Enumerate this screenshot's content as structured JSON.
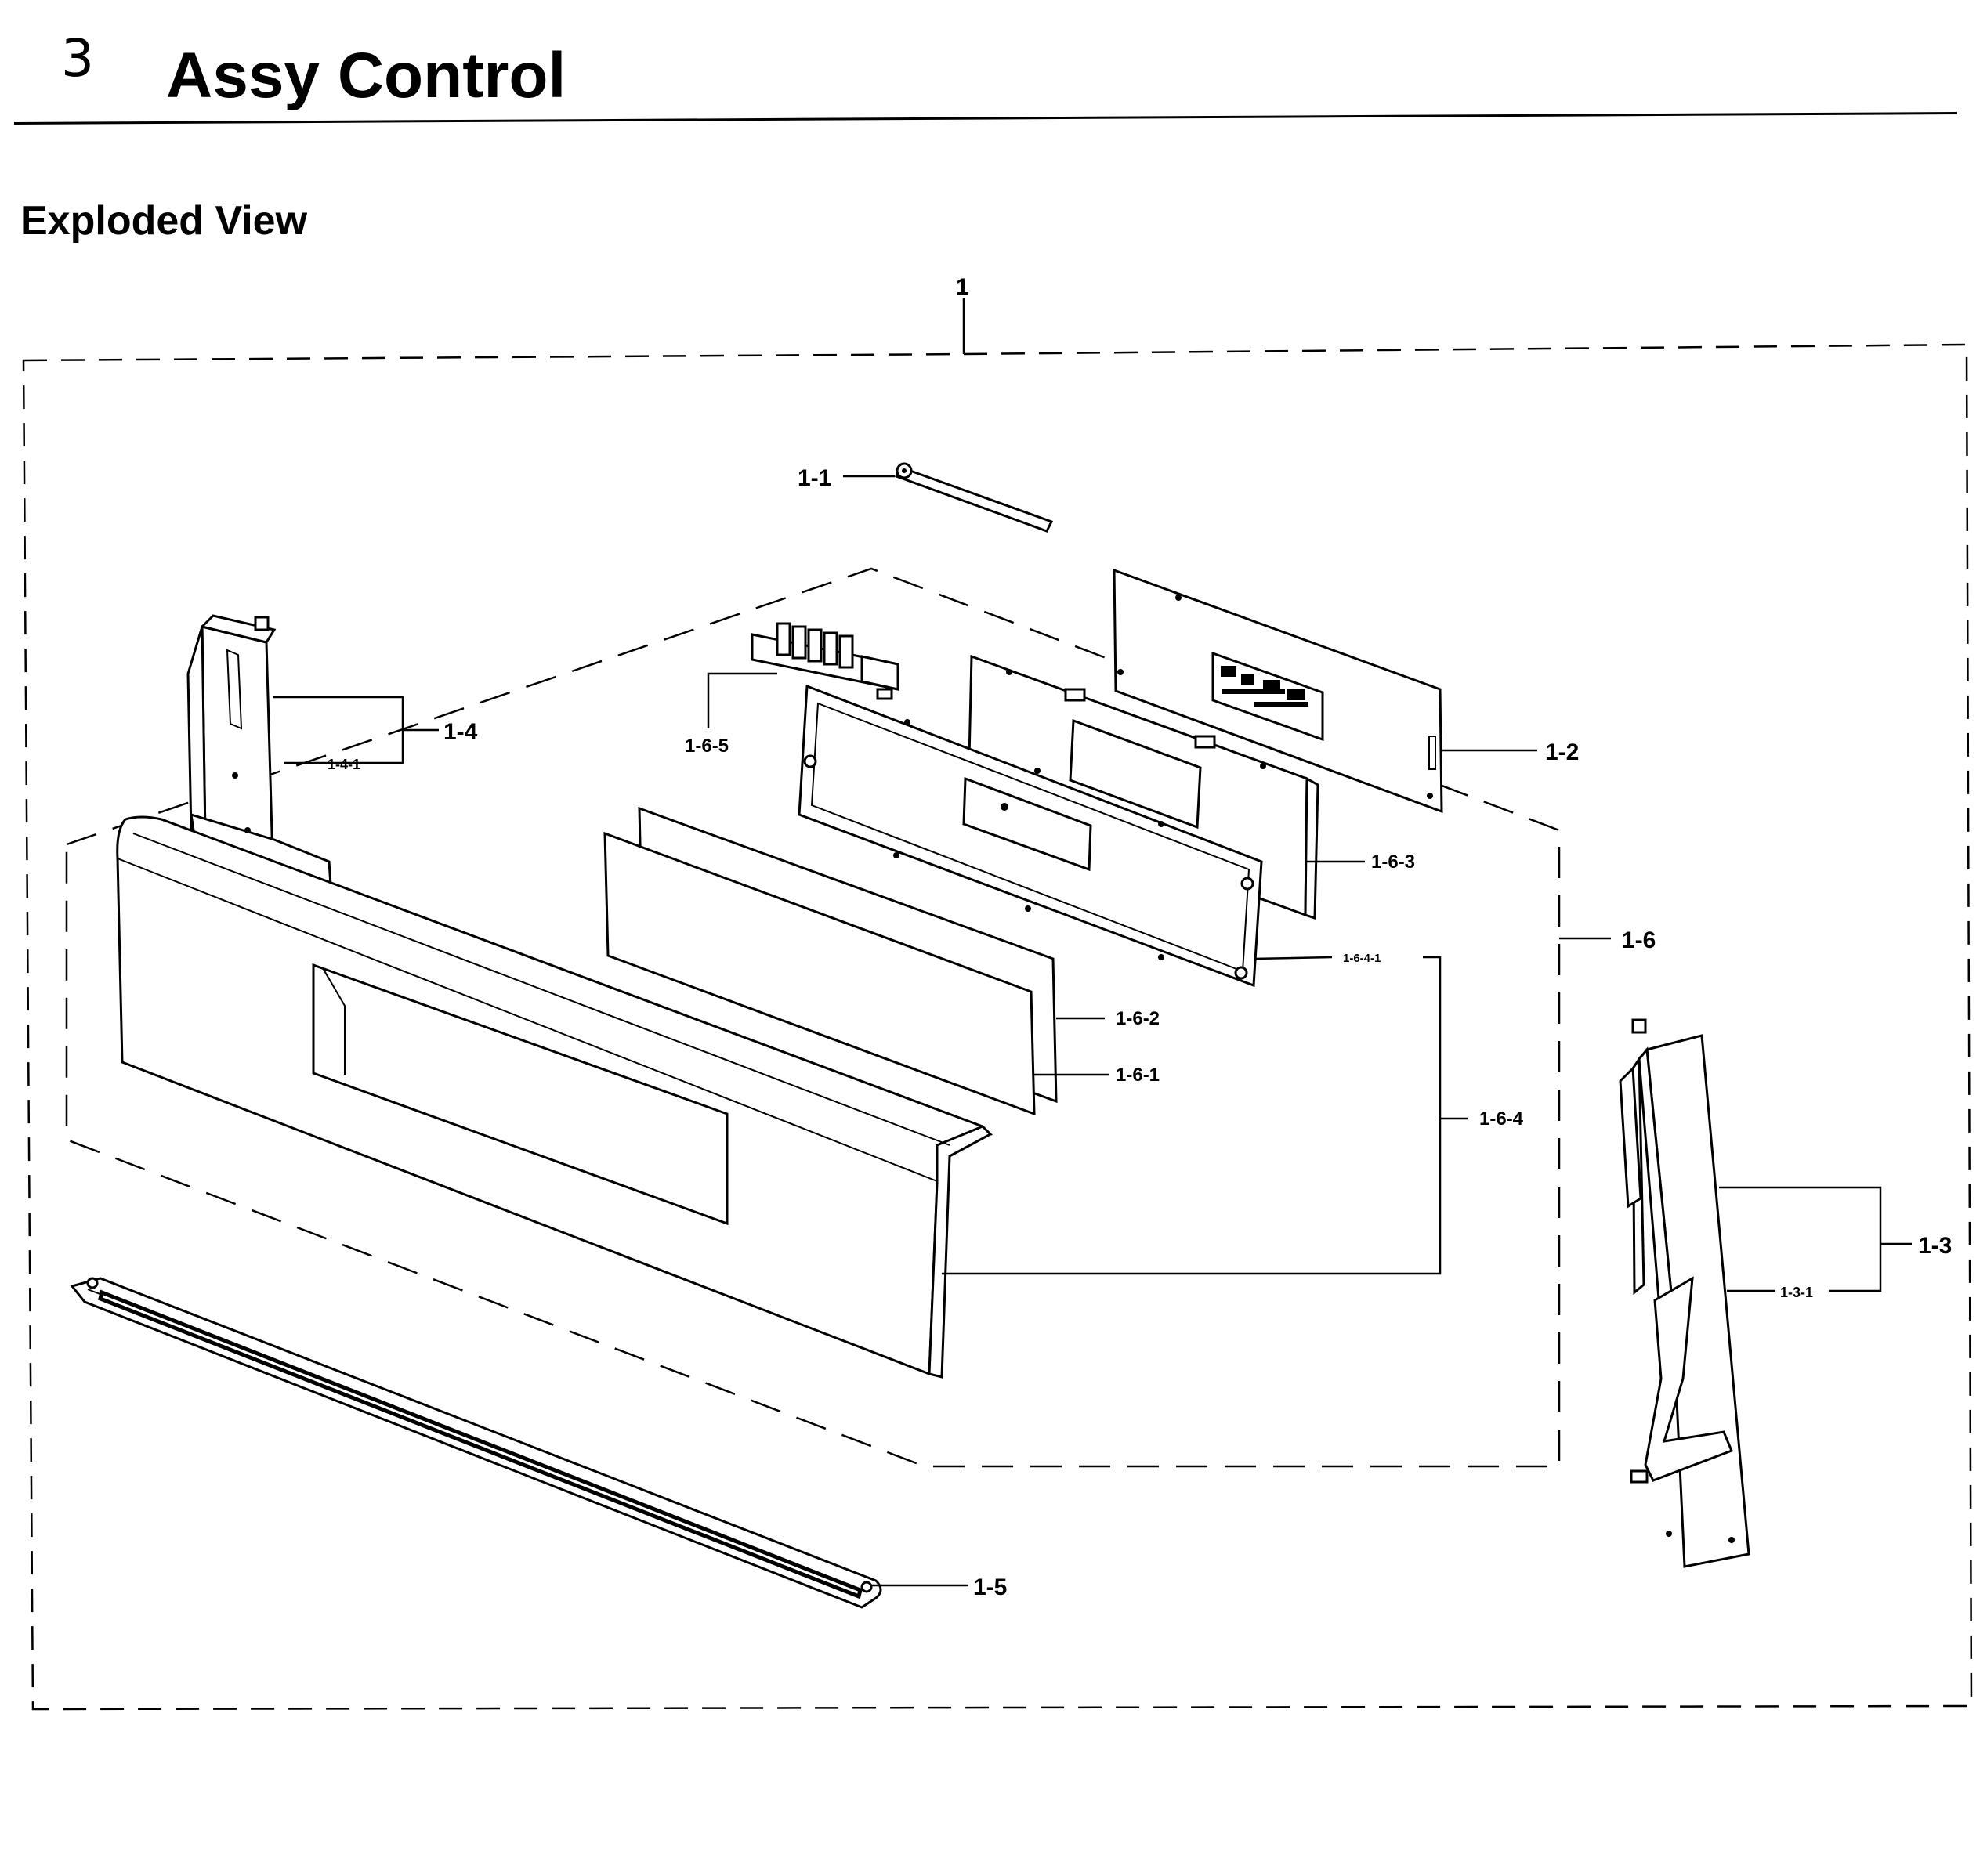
{
  "header": {
    "section_number": "3",
    "section_title": "Assy Control"
  },
  "subheader": {
    "title": "Exploded View"
  },
  "callouts": {
    "c1": "1",
    "c1_1": "1-1",
    "c1_2": "1-2",
    "c1_3": "1-3",
    "c1_3_1": "1-3-1",
    "c1_4": "1-4",
    "c1_4_1": "1-4-1",
    "c1_5": "1-5",
    "c1_6": "1-6",
    "c1_6_1": "1-6-1",
    "c1_6_2": "1-6-2",
    "c1_6_3": "1-6-3",
    "c1_6_4": "1-6-4",
    "c1_6_4_1": "1-6-4-1",
    "c1_6_5": "1-6-5"
  }
}
